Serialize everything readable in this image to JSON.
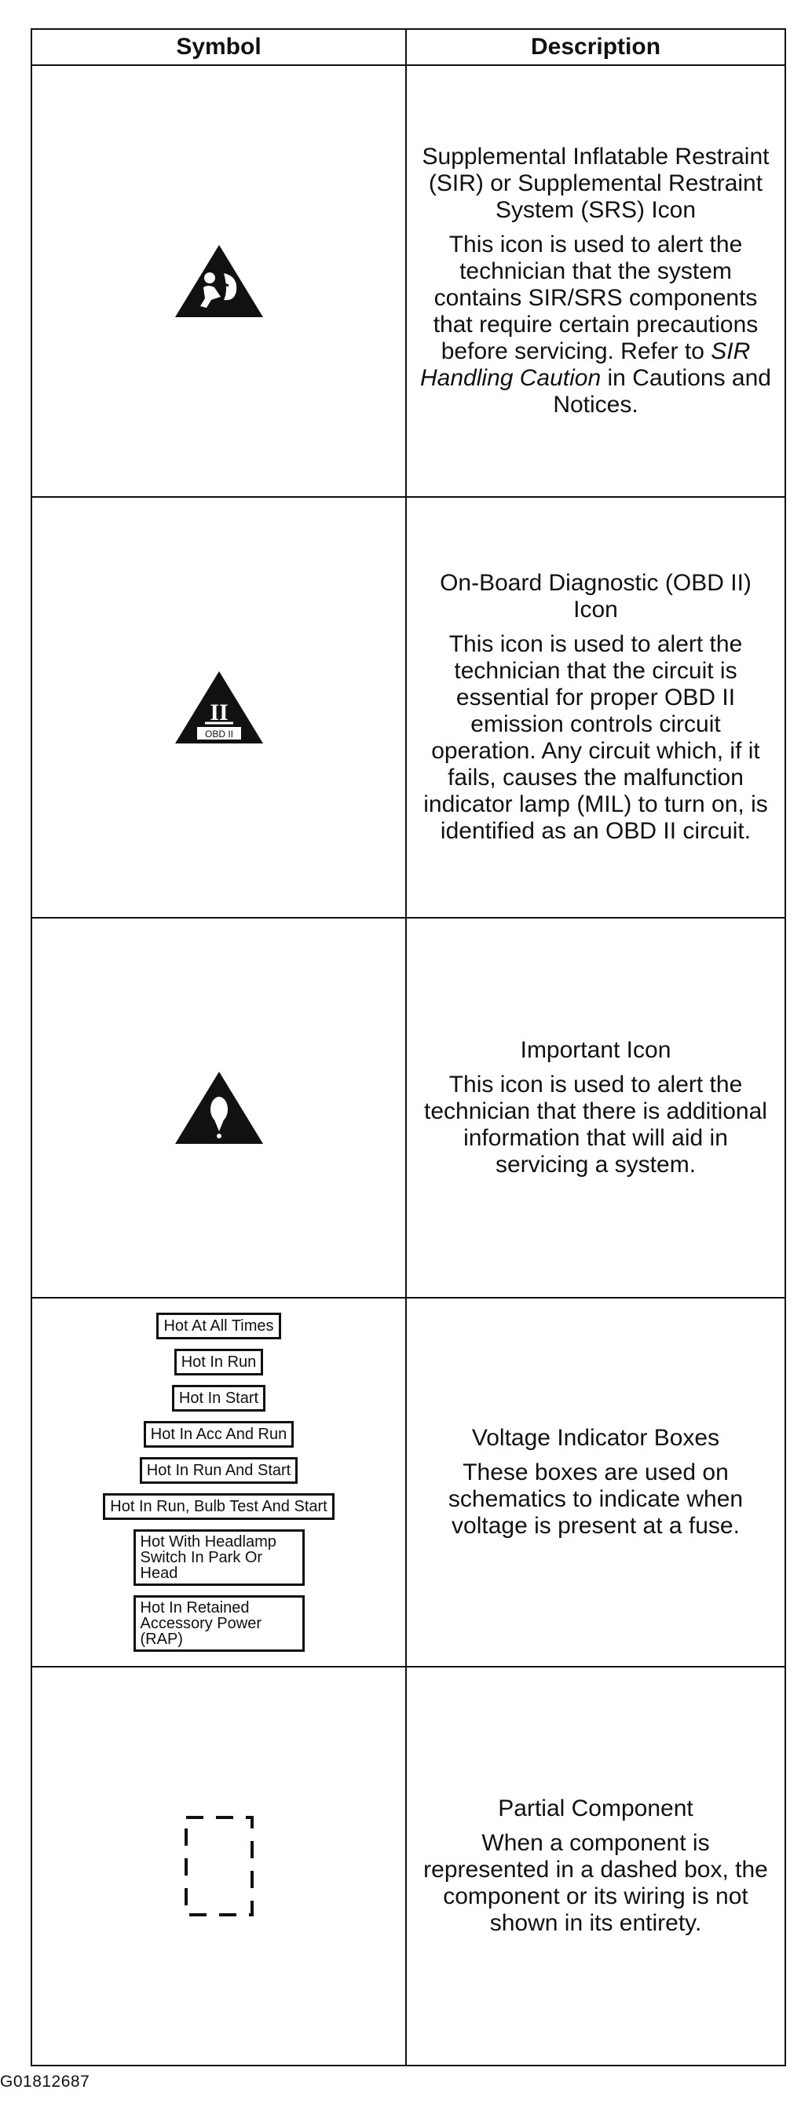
{
  "table": {
    "header_symbol": "Symbol",
    "header_description": "Description",
    "rows": [
      {
        "icon": "sir-srs-warning-icon",
        "title": "Supplemental Inflatable Restraint (SIR) or Supplemental Restraint System (SRS) Icon",
        "text_before": "This icon is used to alert the technician that the system contains SIR/SRS components that require certain precautions before servicing. Refer to ",
        "text_link": "SIR Handling Caution",
        "text_after": " in Cautions and Notices."
      },
      {
        "icon": "obd-ii-icon",
        "icon_label_top": "II",
        "icon_label_bottom": "OBD II",
        "title": "On-Board Diagnostic (OBD II) Icon",
        "text": "This icon is used to alert the technician that the circuit is essential for proper OBD II emission controls circuit operation. Any circuit which, if it fails, causes the malfunction indicator lamp (MIL) to turn on, is identified as an OBD II circuit."
      },
      {
        "icon": "important-warning-icon",
        "title": "Important Icon",
        "text": "This icon is used to alert the technician that there is additional information that will aid in servicing a system."
      },
      {
        "voltage_boxes": [
          "Hot At All Times",
          "Hot In Run",
          "Hot In Start",
          "Hot In Acc And Run",
          "Hot In Run And Start",
          "Hot In Run, Bulb Test And Start",
          "Hot With Headlamp Switch In Park Or Head",
          "Hot In Retained Accessory Power (RAP)"
        ],
        "title": "Voltage Indicator Boxes",
        "text": "These boxes are used on schematics to indicate when voltage is present at a fuse."
      },
      {
        "icon": "dashed-box-icon",
        "title": "Partial Component",
        "text": "When a component is represented in a dashed box, the component or its wiring is not shown in its entirety."
      }
    ]
  },
  "figure_id": "G01812687"
}
